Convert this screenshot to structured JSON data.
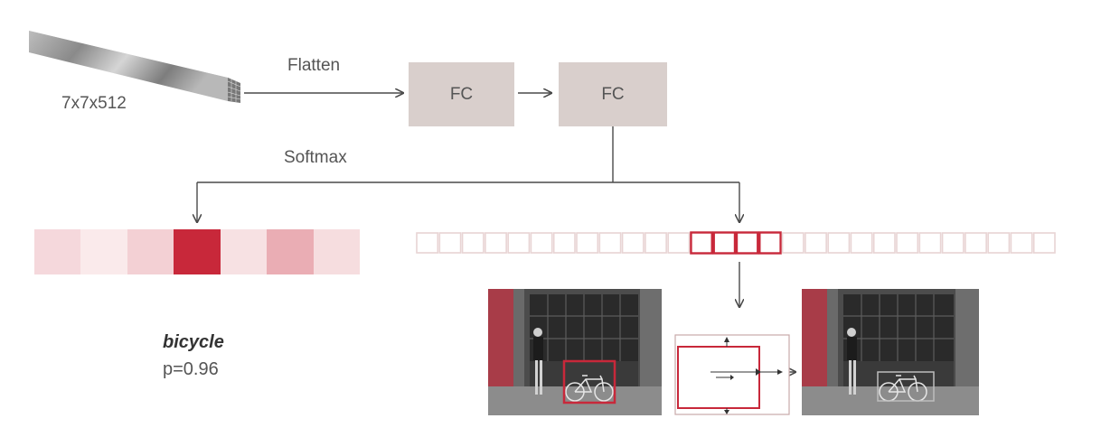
{
  "diagram": {
    "feature_map_label": "7x7x512",
    "flatten_label": "Flatten",
    "fc1_label": "FC",
    "fc2_label": "FC",
    "softmax_label": "Softmax",
    "class_name": "bicycle",
    "probability": "p=0.96"
  },
  "class_scores": [
    0.18,
    0.1,
    0.22,
    1.0,
    0.14,
    0.38,
    0.16
  ],
  "regression_vector": {
    "cells": 28,
    "highlight_start": 12,
    "highlight_count": 4
  },
  "colors": {
    "accent": "#c8283a",
    "fc_box": "#d9cfcc",
    "arrow": "#4a4a4a",
    "cell_outline": "#e8d4d4"
  },
  "icons": {
    "feature_map": "tensor-block-icon",
    "input_photo": "street-photo-icon",
    "box_adjust": "box-regression-icon",
    "output_photo": "refined-detection-icon"
  }
}
